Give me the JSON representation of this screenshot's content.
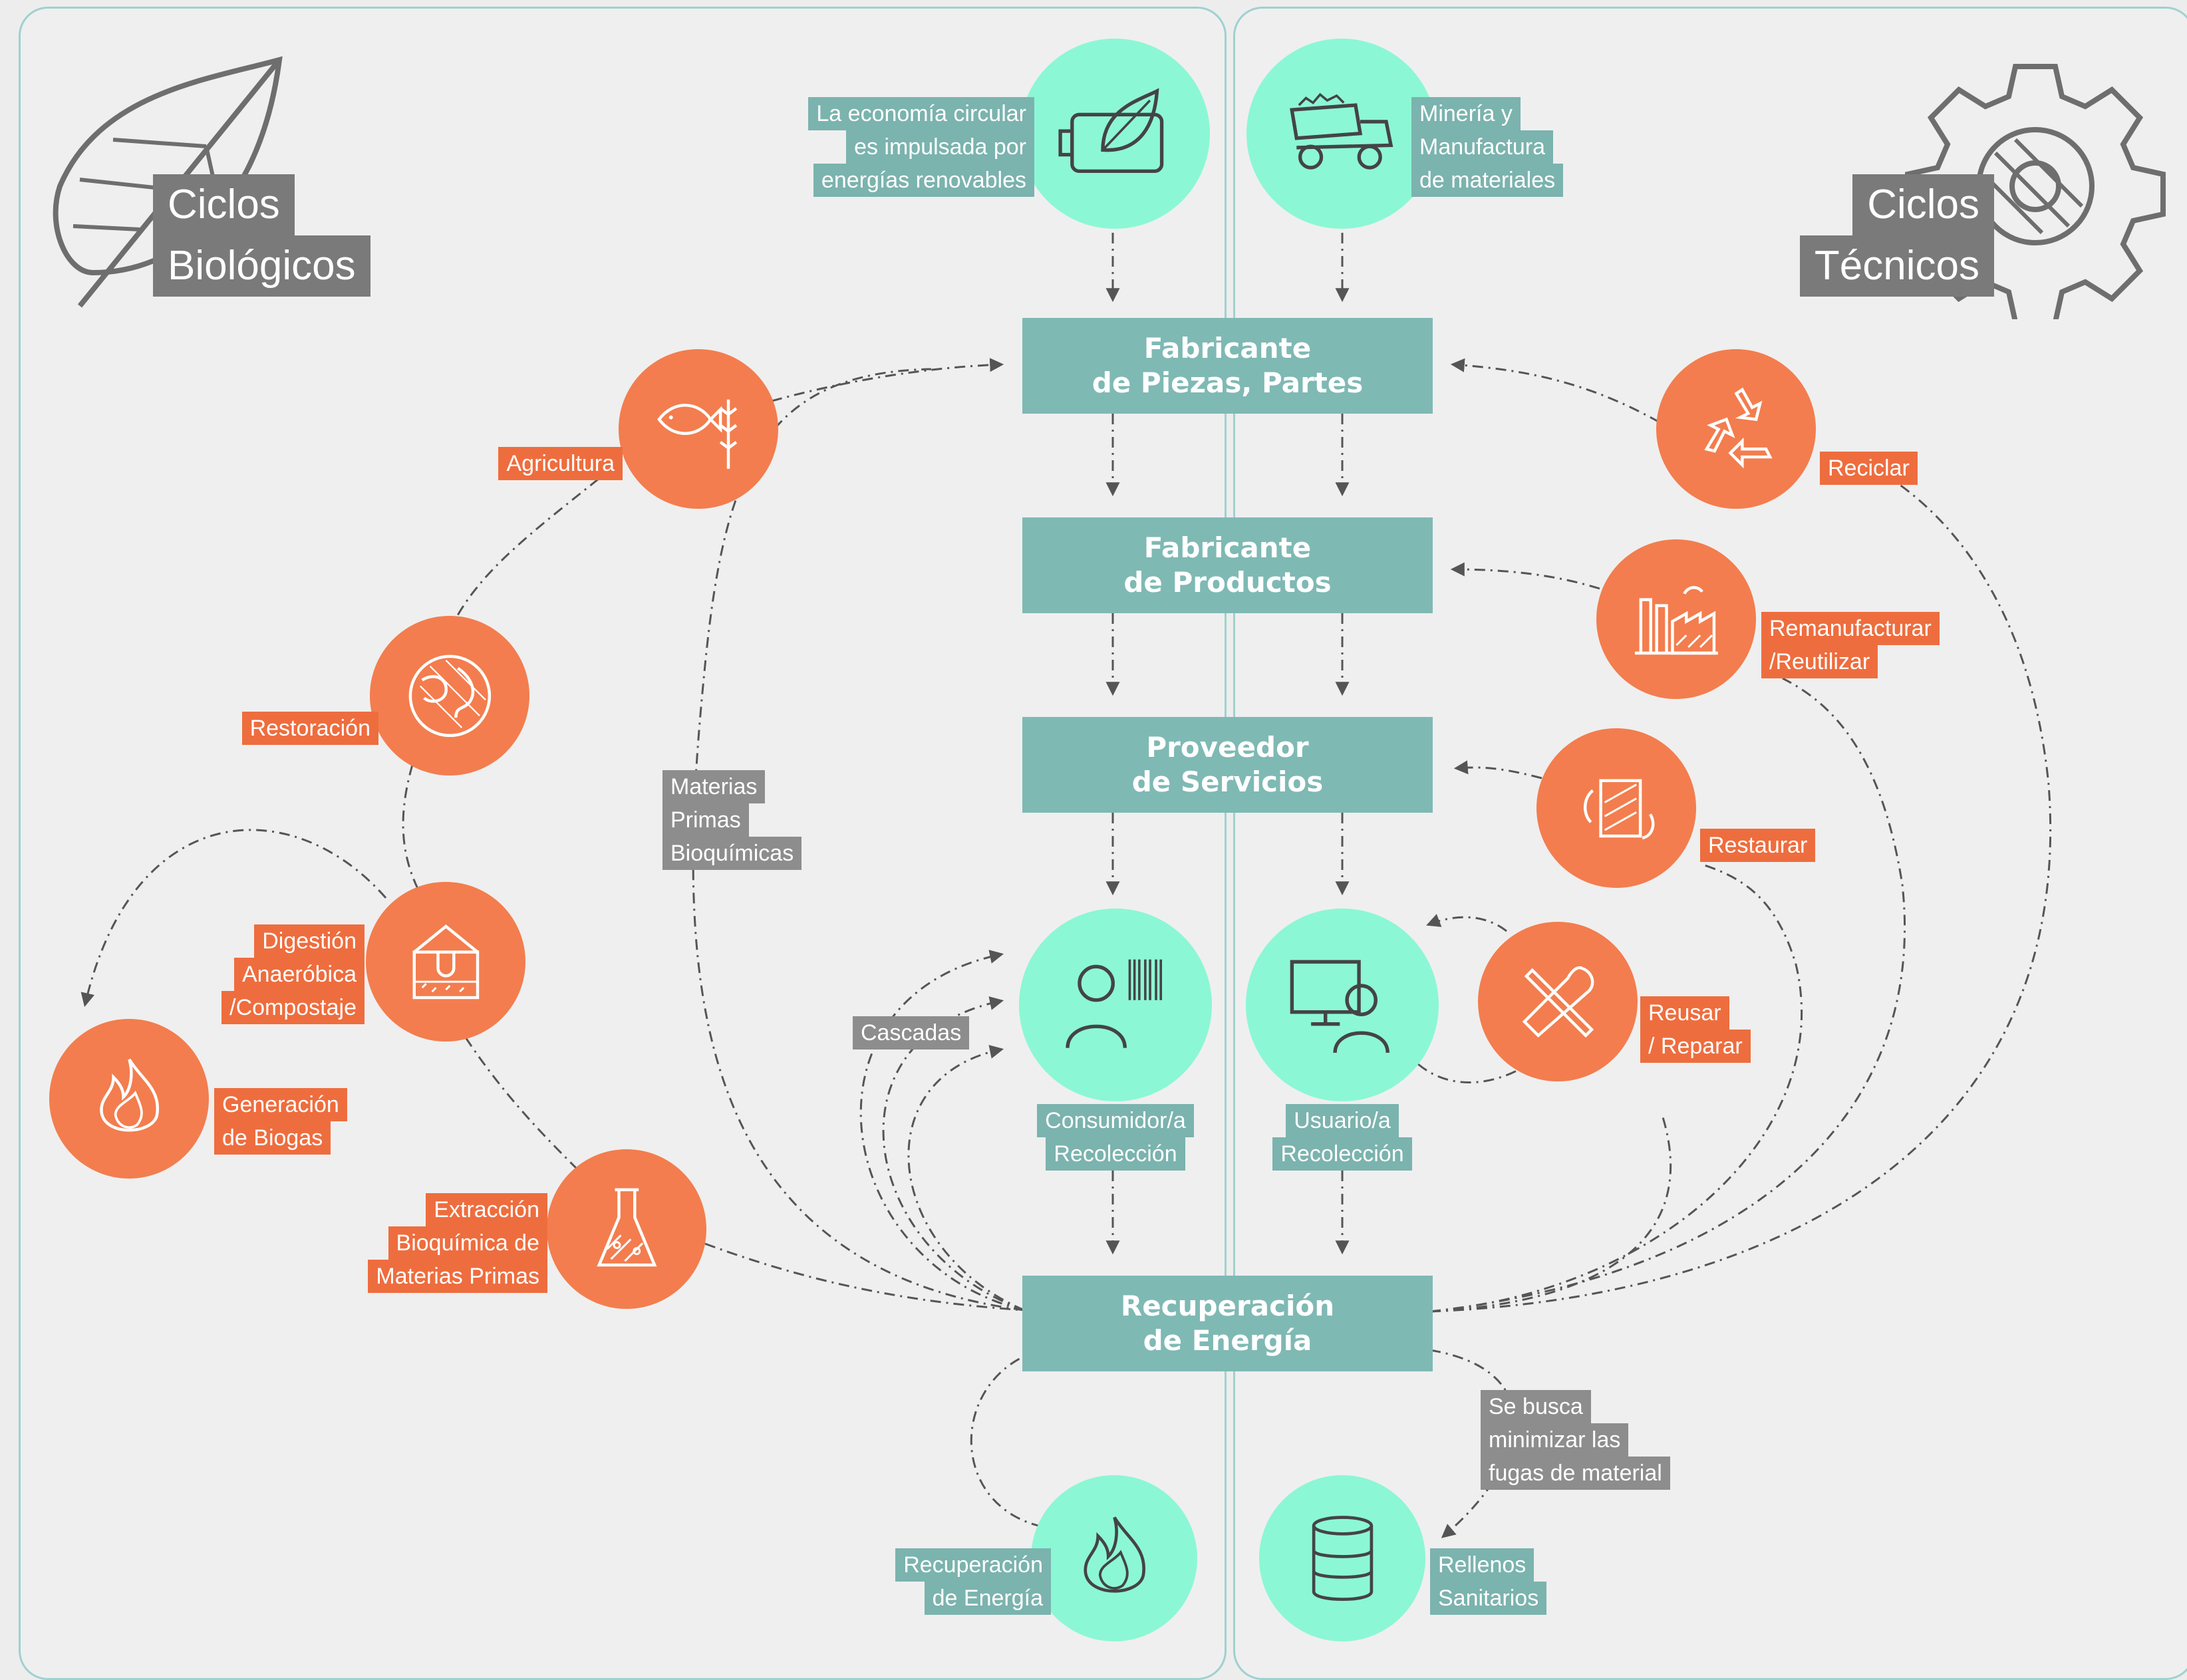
{
  "colors": {
    "accent_orange": "#f37d4e",
    "accent_mint": "#8cf7d5",
    "box_teal": "#7fb9b4",
    "label_gray": "#8d8d8d",
    "border": "#9fd1cf"
  },
  "headers": {
    "bio_lines": [
      "Ciclos",
      "Biológicos"
    ],
    "tech_lines": [
      "Ciclos",
      "Técnicos"
    ]
  },
  "boxes": {
    "piezas": "Fabricante\nde Piezas, Partes",
    "productos": "Fabricante\nde Productos",
    "servicios": "Proveedor\nde Servicios",
    "recuperacion": "Recuperación\nde Energía"
  },
  "bio_steps": [
    {
      "id": "agricultura",
      "icon": "fish-wheat-icon",
      "lines": [
        "Agricultura"
      ]
    },
    {
      "id": "restoracion",
      "icon": "globe-icon",
      "lines": [
        "Restoración"
      ]
    },
    {
      "id": "digestion",
      "icon": "compost-bin-icon",
      "lines": [
        "Digestión",
        "Anaeróbica",
        "/Compostaje"
      ]
    },
    {
      "id": "biogas",
      "icon": "flame-icon",
      "lines": [
        "Generación",
        "de Biogas"
      ]
    },
    {
      "id": "extraccion",
      "icon": "flask-icon",
      "lines": [
        "Extracción",
        "Bioquímica de",
        "Materias Primas"
      ]
    }
  ],
  "tech_steps": [
    {
      "id": "reciclar",
      "icon": "recycle-icon",
      "lines": [
        "Reciclar"
      ]
    },
    {
      "id": "remanufacturar",
      "icon": "factory-icon",
      "lines": [
        "Remanufacturar",
        "/Reutilizar"
      ]
    },
    {
      "id": "restaurar",
      "icon": "restore-icon",
      "lines": [
        "Restaurar"
      ]
    },
    {
      "id": "reusar",
      "icon": "tools-icon",
      "lines": [
        "Reusar",
        "/ Reparar"
      ]
    }
  ],
  "top_nodes": [
    {
      "id": "renovables",
      "icon": "battery-leaf-icon",
      "lines": [
        "La economía circular",
        "es impulsada por",
        "energías renovables"
      ]
    },
    {
      "id": "mineria",
      "icon": "mining-truck-icon",
      "lines": [
        "Minería y",
        "Manufactura",
        "de materiales"
      ]
    }
  ],
  "users": [
    {
      "id": "consumidor",
      "icon": "consumer-barcode-icon",
      "lines": [
        "Consumidor/a",
        "Recolección"
      ]
    },
    {
      "id": "usuario",
      "icon": "user-monitor-icon",
      "lines": [
        "Usuario/a",
        "Recolección"
      ]
    }
  ],
  "sinks": [
    {
      "id": "energia",
      "icon": "flame-icon",
      "lines": [
        "Recuperación",
        "de Energía"
      ]
    },
    {
      "id": "rellenos",
      "icon": "barrel-icon",
      "lines": [
        "Rellenos",
        "Sanitarios"
      ]
    }
  ],
  "notes": {
    "materias": [
      "Materias",
      "Primas",
      "Bioquímicas"
    ],
    "cascadas": [
      "Cascadas"
    ],
    "fugas": [
      "Se busca",
      "minimizar las",
      "fugas de material"
    ]
  }
}
